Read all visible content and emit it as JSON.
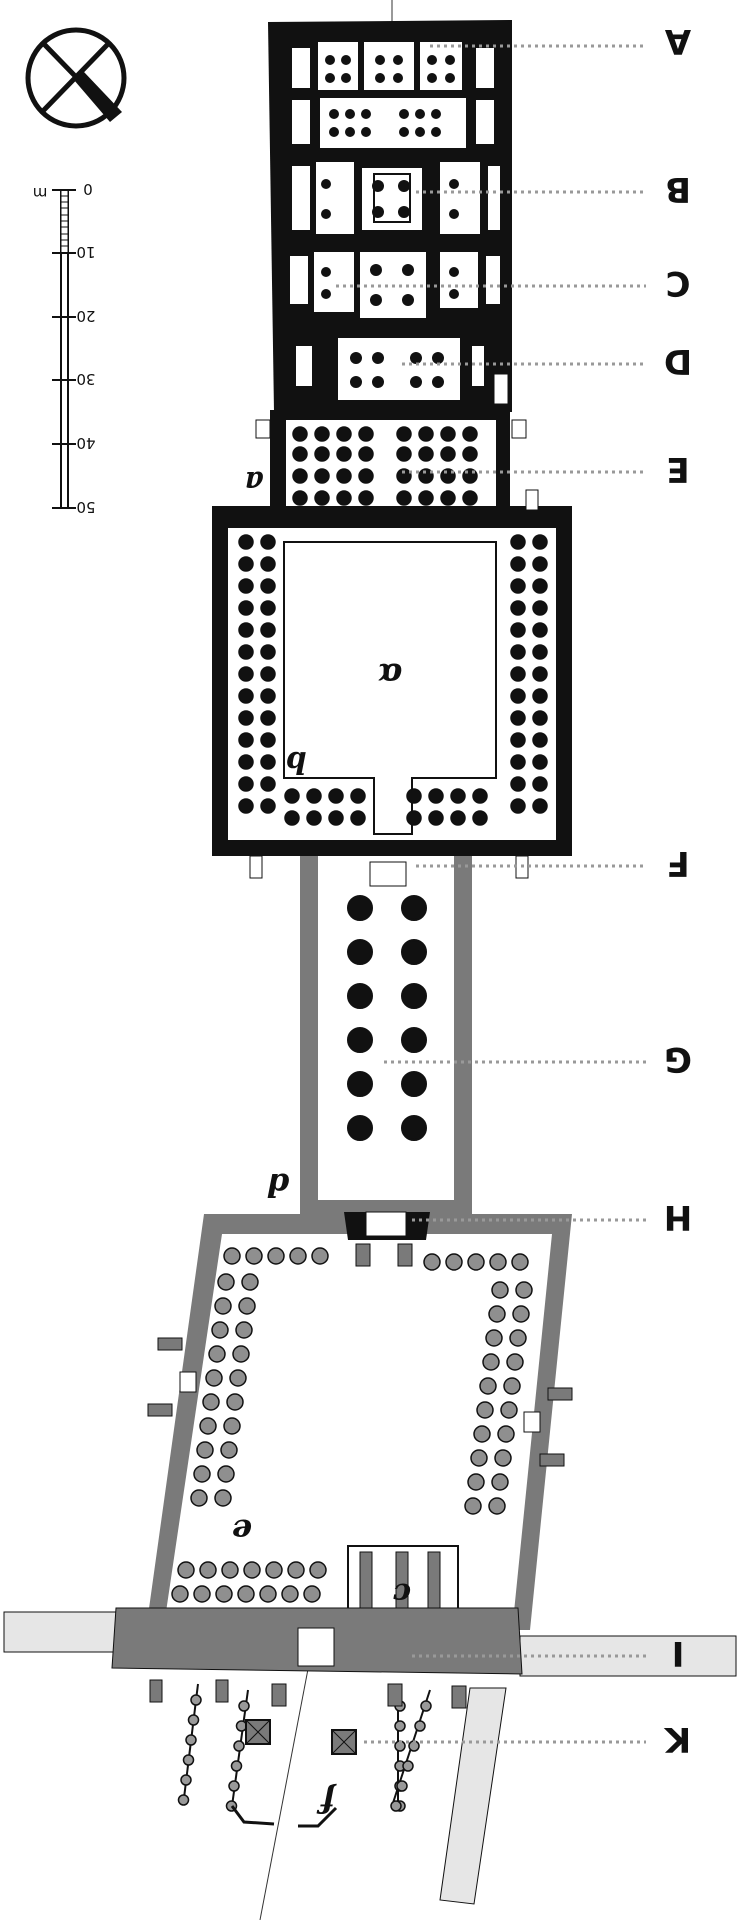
{
  "labels": {
    "A": "A",
    "B": "B",
    "C": "C",
    "D": "D",
    "E": "E",
    "F": "F",
    "G": "G",
    "H": "H",
    "I": "I",
    "K": "K"
  },
  "letters": {
    "a": "a",
    "alpha": "α",
    "b": "b",
    "d": "d",
    "e": "e",
    "c": "c",
    "f": "f"
  },
  "scale": {
    "unit": "m",
    "ticks": [
      "0",
      "10",
      "20",
      "30",
      "40",
      "50"
    ]
  },
  "colors": {
    "black": "#111111",
    "dark_gray": "#7a7a7a",
    "mid_gray": "#9a9a9a",
    "light_gray": "#e6e6e6",
    "column_gray": "#8f8f8f"
  },
  "compass": {
    "icon": "north-arrow-icon"
  }
}
